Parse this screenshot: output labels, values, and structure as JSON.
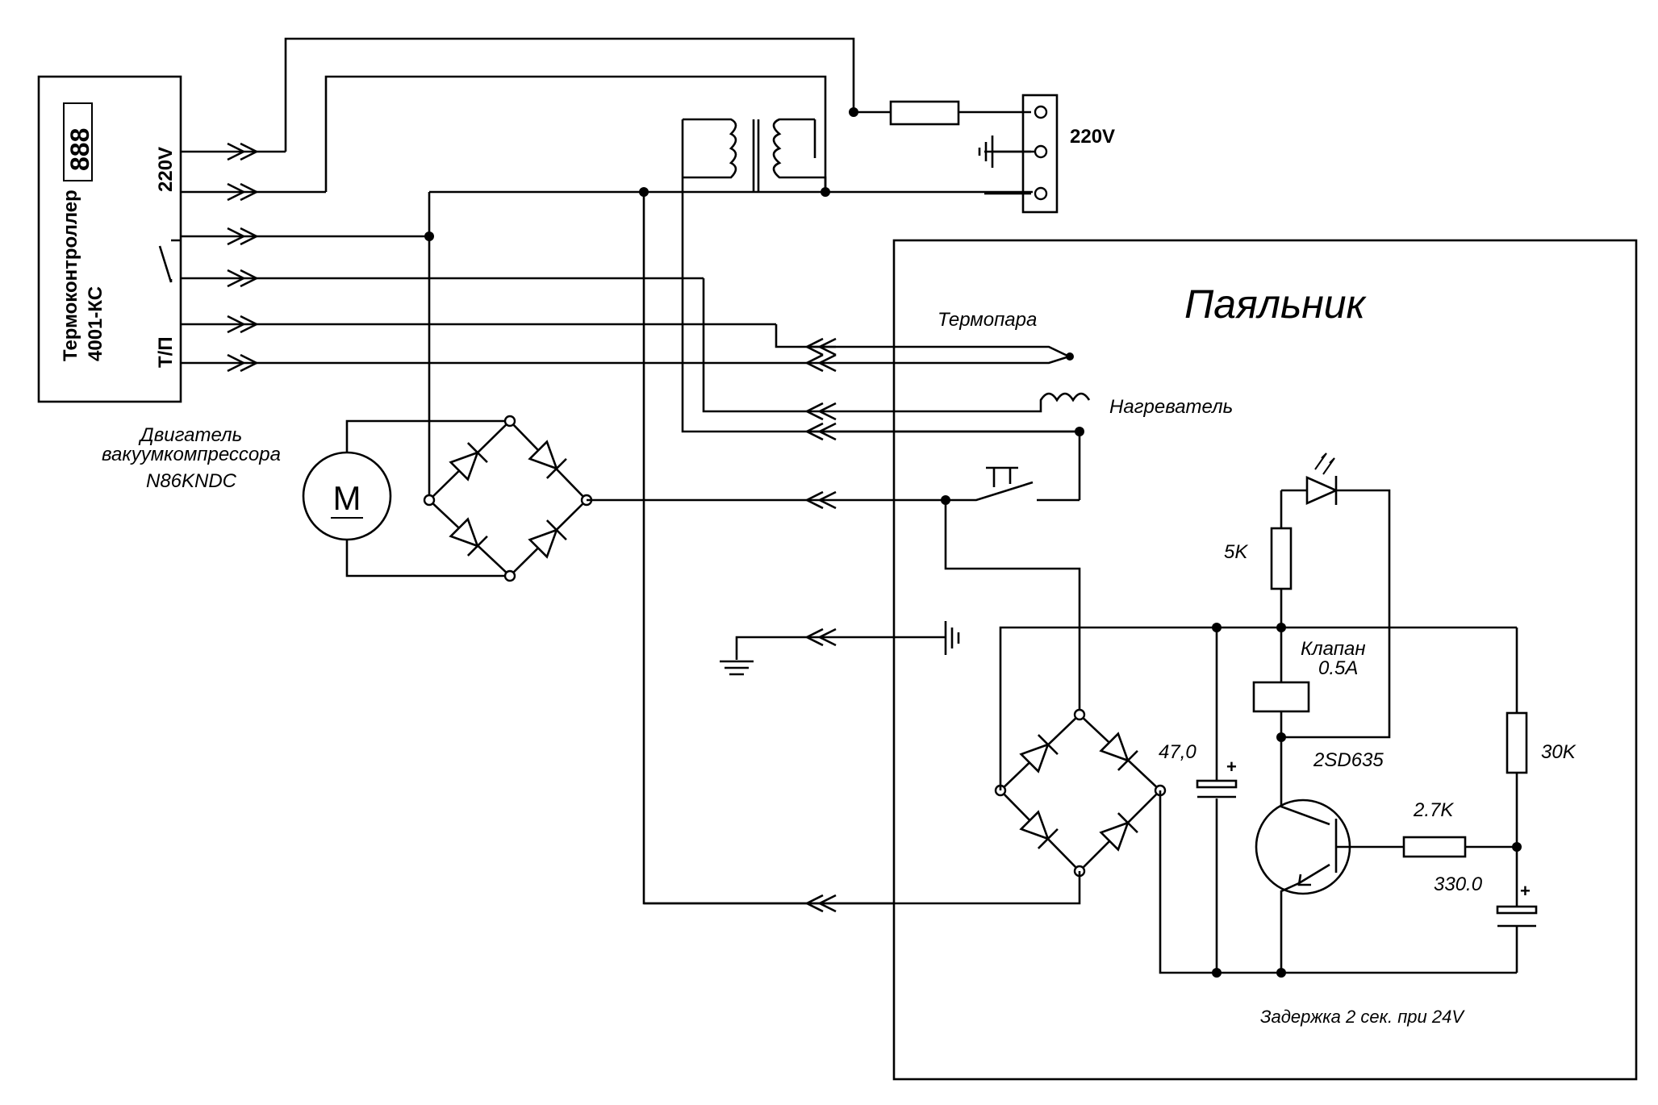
{
  "controller": {
    "title_line1": "Термоконтроллер",
    "title_line2": "4001-КС",
    "display": "888",
    "terminal_220v": "220V",
    "terminal_tp": "Т/П"
  },
  "mains": {
    "label": "220V"
  },
  "motor": {
    "symbol": "M",
    "label_line1": "Двигатель",
    "label_line2": "вакуумкомпрессора",
    "label_line3": "N86KNDC"
  },
  "soldering_iron": {
    "title": "Паяльник",
    "thermocouple": "Термопара",
    "heater": "Нагреватель",
    "r_5k": "5K",
    "valve_line1": "Клапан",
    "valve_line2": "0.5A",
    "transistor": "2SD635",
    "r_30k": "30K",
    "cap_47": "47,0",
    "r_2_7k": "2.7K",
    "cap_330": "330.0",
    "delay_note": "Задержка 2 сек. при 24V"
  },
  "icons": [
    "connector-arrow-icon",
    "diode-icon",
    "ground-icon",
    "fuse-icon",
    "transformer-icon",
    "led-icon",
    "pushbutton-icon",
    "switch-icon"
  ]
}
